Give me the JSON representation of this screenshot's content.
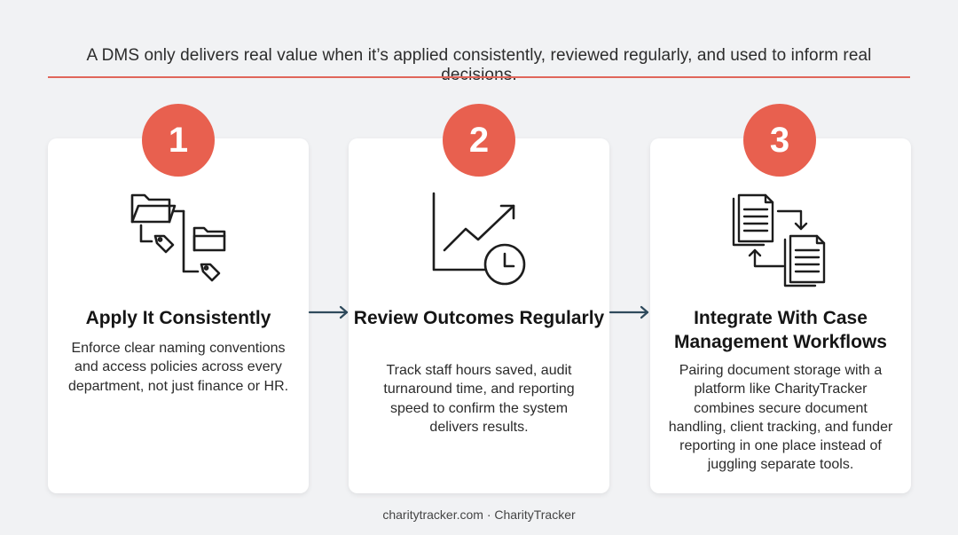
{
  "headline": "A DMS only delivers real value when it’s applied consistently, reviewed regularly, and used to inform real decisions.",
  "colors": {
    "accent": "#e8604f",
    "rule": "#e0665a",
    "arrow": "#2f4a5c",
    "background": "#f1f2f4"
  },
  "steps": [
    {
      "number": "1",
      "icon": "folders-with-tags-icon",
      "title": "Apply It Consistently",
      "body": "Enforce clear naming conventions and access policies across every department, not just finance or HR."
    },
    {
      "number": "2",
      "icon": "trend-chart-with-clock-icon",
      "title": "Review Outcomes Regularly",
      "body": "Track staff hours saved, audit turnaround time, and reporting speed to confirm the system delivers results."
    },
    {
      "number": "3",
      "icon": "document-sync-icon",
      "title": "Integrate With Case Management Workflows",
      "body": "Pairing document storage with a platform like CharityTracker combines secure document handling, client tracking, and funder reporting in one place instead of juggling separate tools."
    }
  ],
  "footer": "charitytracker.com · CharityTracker"
}
